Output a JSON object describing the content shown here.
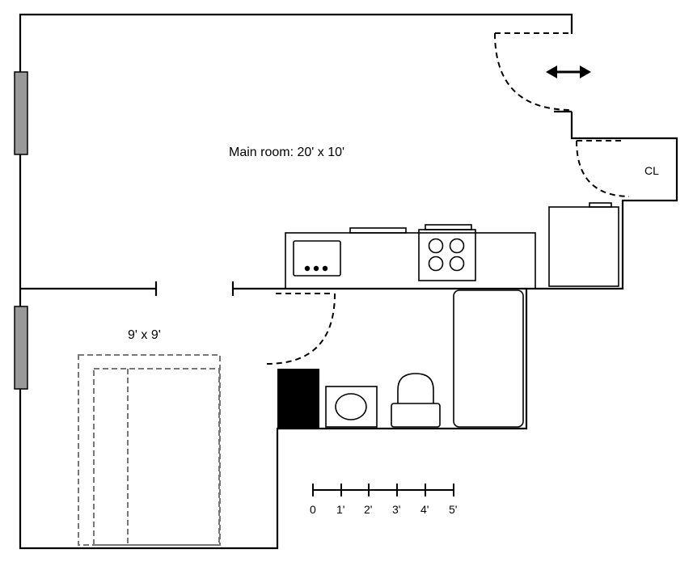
{
  "rooms": {
    "main_room": "Main room: 20' x 10'",
    "bedroom": "9' x 9'",
    "closet": "CL"
  },
  "scale_bar": {
    "ticks": [
      "0",
      "1'",
      "2'",
      "3'",
      "4'",
      "5'"
    ]
  },
  "colors": {
    "window": "#999999",
    "wall": "#000000",
    "furniture_dashed": "#777777"
  }
}
